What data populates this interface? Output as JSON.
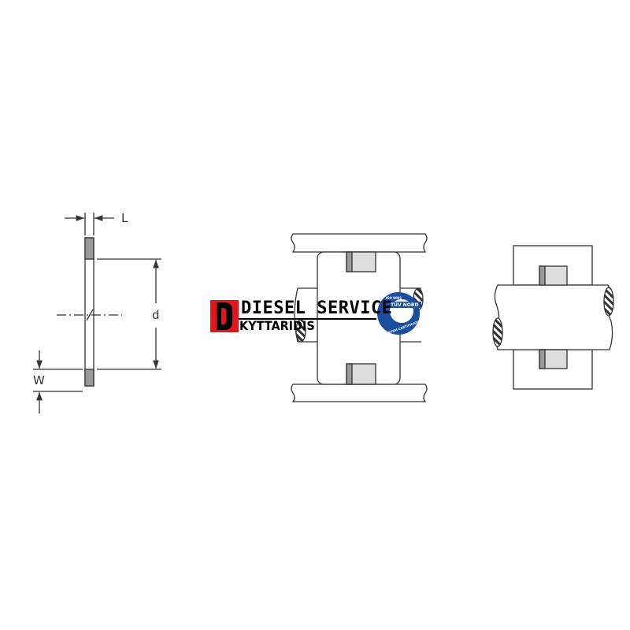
{
  "dimensions": {
    "length_label": "L",
    "diameter_label": "d",
    "width_label": "W"
  },
  "logo": {
    "initial": "D",
    "line1": "DIESEL SERVICE",
    "line2": "KYTTARIDIS",
    "brand_color": "#e8141b"
  },
  "certification_badge": {
    "top_text": "ISO 9001",
    "name": "TÜV NORD",
    "ring_text": "SYSTEM CERTIFICATION",
    "color": "#1a4fa0"
  }
}
